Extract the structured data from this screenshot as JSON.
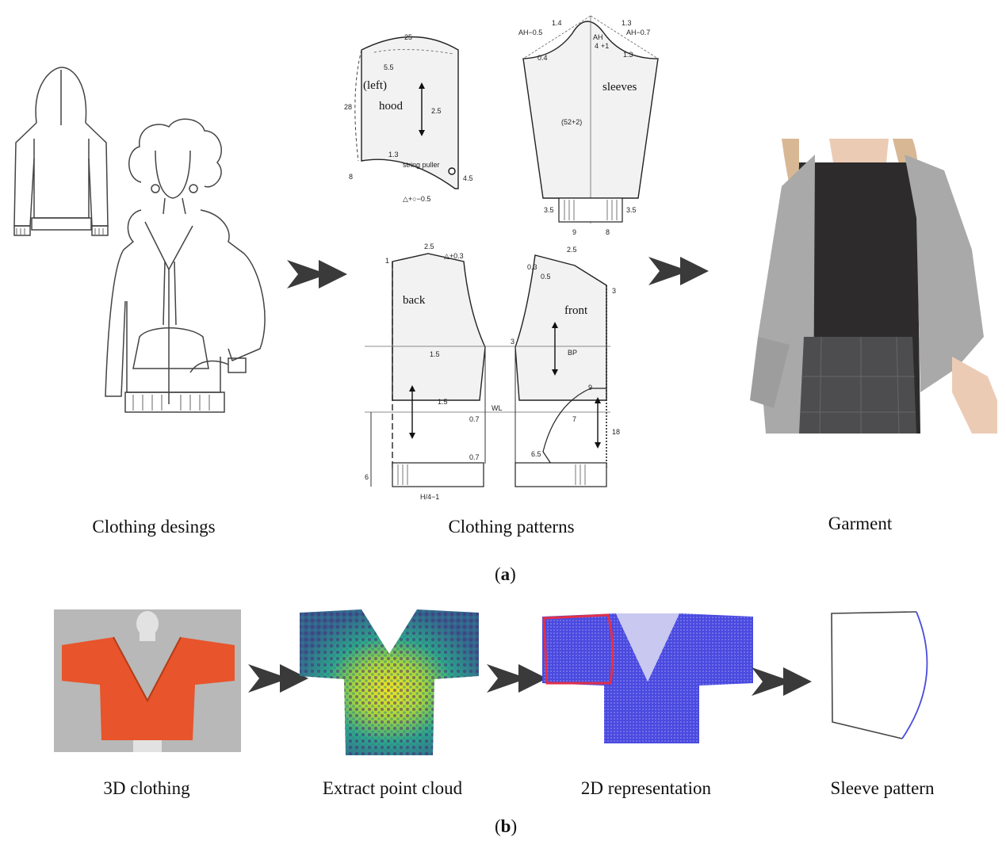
{
  "panel_a": {
    "label_open": "(",
    "label_letter": "a",
    "label_close": ")",
    "captions": {
      "designs": "Clothing desings",
      "patterns": "Clothing patterns",
      "garment": "Garment"
    },
    "pattern_labels": {
      "hood": "hood",
      "left": "(left)",
      "sleeves": "sleeves",
      "back": "back",
      "front": "front",
      "string_puller": "string puller",
      "bp": "BP",
      "wl": "WL"
    },
    "pattern_numbers": [
      "25",
      "5.5",
      "28",
      "2.5",
      "1.3",
      "4.5",
      "8",
      "△+○−0.5",
      "1.4",
      "1.3",
      "AH−0.5",
      "AH−0.7",
      "0.4",
      "(52+2)",
      "3.5",
      "9",
      "2.5",
      "△+0.3",
      "1",
      "1.5",
      "0.7",
      "0.3",
      "0.5",
      "3",
      "6.5",
      "7",
      "18",
      "6",
      "H/4−1"
    ],
    "sleeve_fraction": {
      "numerator": "AH",
      "denominator": "4",
      "suffix": "+1"
    },
    "colors": {
      "sweater": "#a9a9aa",
      "turtleneck": "#2d2b2c",
      "hair": "#d8b894",
      "skin": "#eccbb5",
      "trousers": "#4d4d4f"
    }
  },
  "panel_b": {
    "label_open": "(",
    "label_letter": "b",
    "label_close": ")",
    "captions": {
      "clothing3d": "3D clothing",
      "point_cloud": "Extract point cloud",
      "rep2d": "2D representation",
      "sleeve_pattern": "Sleeve pattern"
    },
    "colors": {
      "shirt": "#e8542b",
      "render_bg": "#b8b8b8",
      "cloud_blue": "#2b2bd8",
      "highlight": "#e0304a",
      "sleeve_curve": "#4b4bdd"
    }
  }
}
